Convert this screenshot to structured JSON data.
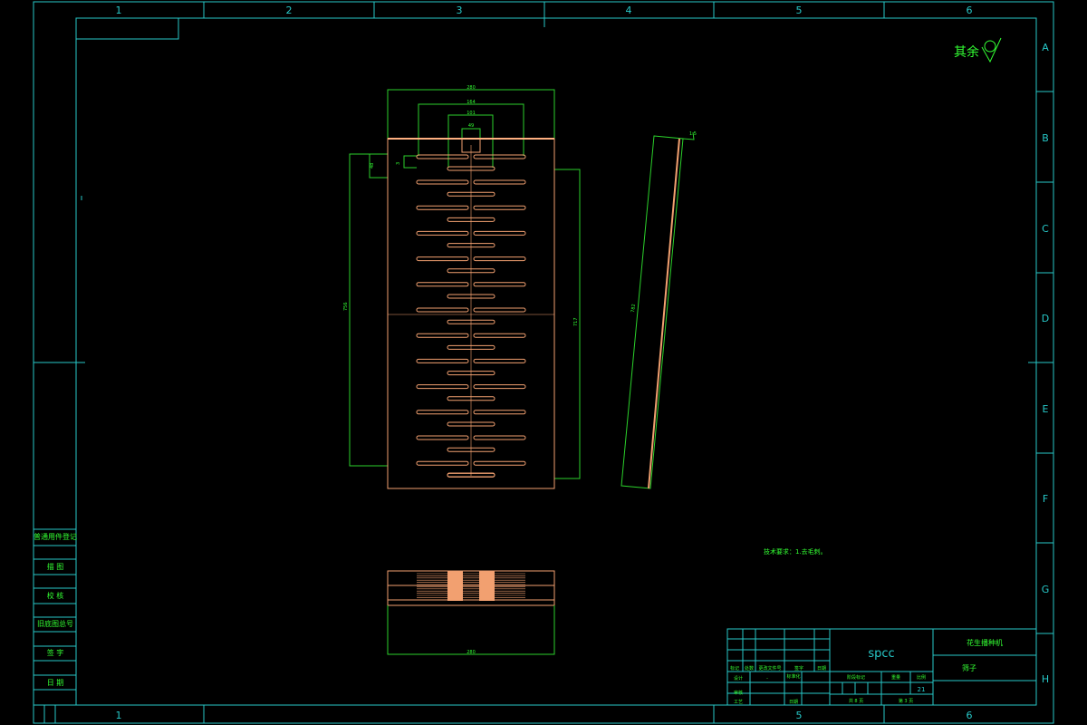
{
  "sheet": {
    "col_labels": [
      "1",
      "2",
      "3",
      "4",
      "5",
      "6"
    ],
    "row_labels": [
      "A",
      "B",
      "C",
      "D",
      "E",
      "F",
      "G",
      "H"
    ],
    "bottom_col_labels": [
      "1",
      "5",
      "6"
    ]
  },
  "roughness": {
    "label": "其余"
  },
  "dimensions": {
    "top_width": "280",
    "inner_width": "164",
    "slot_width": "101",
    "notch_width": "49",
    "small_a": "3",
    "small_b": "48",
    "left_height": "756",
    "right_height": "717",
    "side_length": "782",
    "side_thickness": "1.5",
    "bottom_width": "280"
  },
  "notes": {
    "technical_requirements": "技术要求：1.去毛刺。"
  },
  "left_strip": {
    "items": [
      "普通用件登记",
      "描 图",
      "校 核",
      "旧底图总号",
      "签 字",
      "日 期"
    ]
  },
  "title_block": {
    "material": "spcc",
    "product_name": "花生播种机",
    "part_name": "筛子",
    "header_labels": [
      "标记",
      "处数",
      "更改文件号",
      "签字",
      "日期"
    ],
    "row_labels": [
      "设计",
      "审核",
      "工艺"
    ],
    "standardization": "标准化",
    "date_label": "日期",
    "stage_label": "阶段标记",
    "weight_label": "重量",
    "scale_label": "比例",
    "scale_value": "21",
    "sheet_total": "共 8 页",
    "sheet_index": "第 3 页",
    "dash": "-"
  }
}
